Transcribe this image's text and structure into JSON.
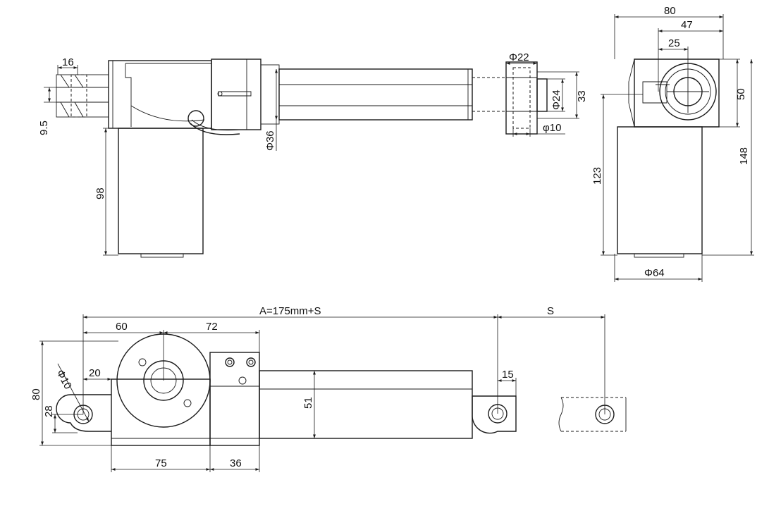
{
  "dimensions": {
    "d16": "16",
    "d9_5": "9.5",
    "d98": "98",
    "dphi36": "Φ36",
    "dphi22": "Φ22",
    "dphi24": "Φ24",
    "d33": "33",
    "dphi10_side": "φ10",
    "d80_top": "80",
    "d47": "47",
    "d25": "25",
    "d50": "50",
    "d123": "123",
    "d148": "148",
    "dphi64": "Φ64",
    "dA": "A=175mm+S",
    "dS": "S",
    "d60": "60",
    "d72": "72",
    "d20": "20",
    "dphi10_bottom": "Φ10",
    "d80_left": "80",
    "d28": "28",
    "d51": "51",
    "d15": "15",
    "d75": "75",
    "d36": "36"
  },
  "colors": {
    "line": "#1a1a1a",
    "background": "#ffffff"
  }
}
